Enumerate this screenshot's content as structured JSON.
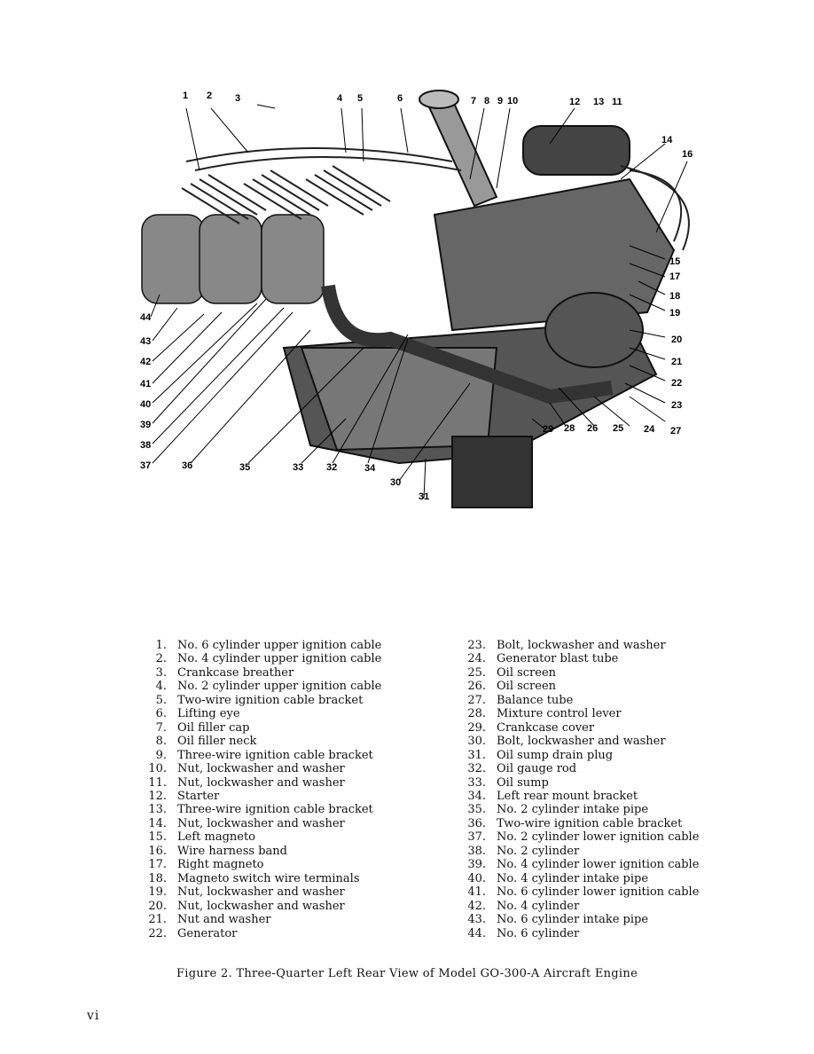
{
  "figure": {
    "callouts": [
      "1",
      "2",
      "3",
      "4",
      "5",
      "6",
      "7",
      "8",
      "9",
      "10",
      "13",
      "11",
      "12",
      "14",
      "16",
      "15",
      "17",
      "18",
      "19",
      "20",
      "21",
      "22",
      "23",
      "24",
      "27",
      "25",
      "26",
      "28",
      "29",
      "30",
      "31",
      "34",
      "32",
      "33",
      "35",
      "36",
      "37",
      "38",
      "39",
      "40",
      "41",
      "42",
      "43",
      "44"
    ]
  },
  "legend": {
    "left": [
      {
        "num": "1.",
        "text": "No. 6 cylinder upper ignition cable"
      },
      {
        "num": "2.",
        "text": "No. 4 cylinder upper ignition cable"
      },
      {
        "num": "3.",
        "text": "Crankcase breather"
      },
      {
        "num": "4.",
        "text": "No. 2 cylinder upper ignition cable"
      },
      {
        "num": "5.",
        "text": "Two-wire ignition cable bracket"
      },
      {
        "num": "6.",
        "text": "Lifting eye"
      },
      {
        "num": "7.",
        "text": "Oil filler cap"
      },
      {
        "num": "8.",
        "text": "Oil filler neck"
      },
      {
        "num": "9.",
        "text": "Three-wire ignition cable bracket"
      },
      {
        "num": "10.",
        "text": "Nut, lockwasher and washer"
      },
      {
        "num": "11.",
        "text": "Nut, lockwasher and washer"
      },
      {
        "num": "12.",
        "text": "Starter"
      },
      {
        "num": "13.",
        "text": "Three-wire ignition cable bracket"
      },
      {
        "num": "14.",
        "text": "Nut, lockwasher and washer"
      },
      {
        "num": "15.",
        "text": "Left magneto"
      },
      {
        "num": "16.",
        "text": "Wire harness band"
      },
      {
        "num": "17.",
        "text": "Right magneto"
      },
      {
        "num": "18.",
        "text": "Magneto switch wire terminals"
      },
      {
        "num": "19.",
        "text": "Nut, lockwasher and washer"
      },
      {
        "num": "20.",
        "text": "Nut, lockwasher and washer"
      },
      {
        "num": "21.",
        "text": "Nut and washer"
      },
      {
        "num": "22.",
        "text": "Generator"
      }
    ],
    "right": [
      {
        "num": "23.",
        "text": "Bolt, lockwasher and washer"
      },
      {
        "num": "24.",
        "text": "Generator blast tube"
      },
      {
        "num": "25.",
        "text": "Oil screen"
      },
      {
        "num": "26.",
        "text": "Oil screen"
      },
      {
        "num": "27.",
        "text": "Balance tube"
      },
      {
        "num": "28.",
        "text": "Mixture control lever"
      },
      {
        "num": "29.",
        "text": "Crankcase cover"
      },
      {
        "num": "30.",
        "text": "Bolt, lockwasher and washer"
      },
      {
        "num": "31.",
        "text": "Oil sump drain plug"
      },
      {
        "num": "32.",
        "text": "Oil gauge rod"
      },
      {
        "num": "33.",
        "text": "Oil sump"
      },
      {
        "num": "34.",
        "text": "Left rear mount bracket"
      },
      {
        "num": "35.",
        "text": "No. 2 cylinder intake pipe"
      },
      {
        "num": "36.",
        "text": "Two-wire ignition cable bracket"
      },
      {
        "num": "37.",
        "text": "No. 2 cylinder lower ignition cable"
      },
      {
        "num": "38.",
        "text": "No. 2 cylinder"
      },
      {
        "num": "39.",
        "text": "No. 4 cylinder lower ignition cable"
      },
      {
        "num": "40.",
        "text": "No. 4 cylinder intake pipe"
      },
      {
        "num": "41.",
        "text": "No. 6 cylinder lower ignition cable"
      },
      {
        "num": "42.",
        "text": "No. 4 cylinder"
      },
      {
        "num": "43.",
        "text": "No. 6 cylinder intake pipe"
      },
      {
        "num": "44.",
        "text": "No. 6 cylinder"
      }
    ]
  },
  "caption": "Figure 2.  Three-Quarter Left Rear View of Model GO-300-A Aircraft Engine",
  "page_number": "vi"
}
